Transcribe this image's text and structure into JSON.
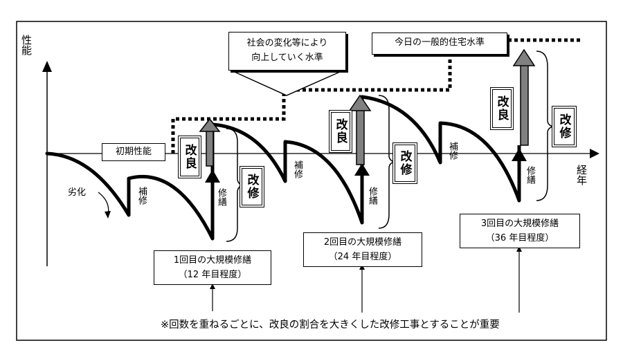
{
  "axes": {
    "y_label": "性能",
    "x_label": "経年"
  },
  "labels": {
    "initial_performance": "初期性能",
    "deterioration": "劣化",
    "repair": "補修",
    "renovation": "修繕",
    "improvement": "改良",
    "improvement_repair": "改修",
    "social_change": [
      "社会の変化等により",
      "向上していく水準"
    ],
    "todays_standard": "今日の一般的住宅水準"
  },
  "repairs": [
    {
      "title": "1回目の大規模修繕",
      "detail": "（12 年目程度）"
    },
    {
      "title": "2回目の大規模修繕",
      "detail": "（24 年目程度）"
    },
    {
      "title": "3回目の大規模修繕",
      "detail": "（36 年目程度）"
    }
  ],
  "footnote": "※回数を重ねるごとに、改良の割合を大きくした改修工事とすることが重要",
  "colors": {
    "line": "#000000",
    "arrow_gray": "#808080",
    "background": "#ffffff"
  }
}
